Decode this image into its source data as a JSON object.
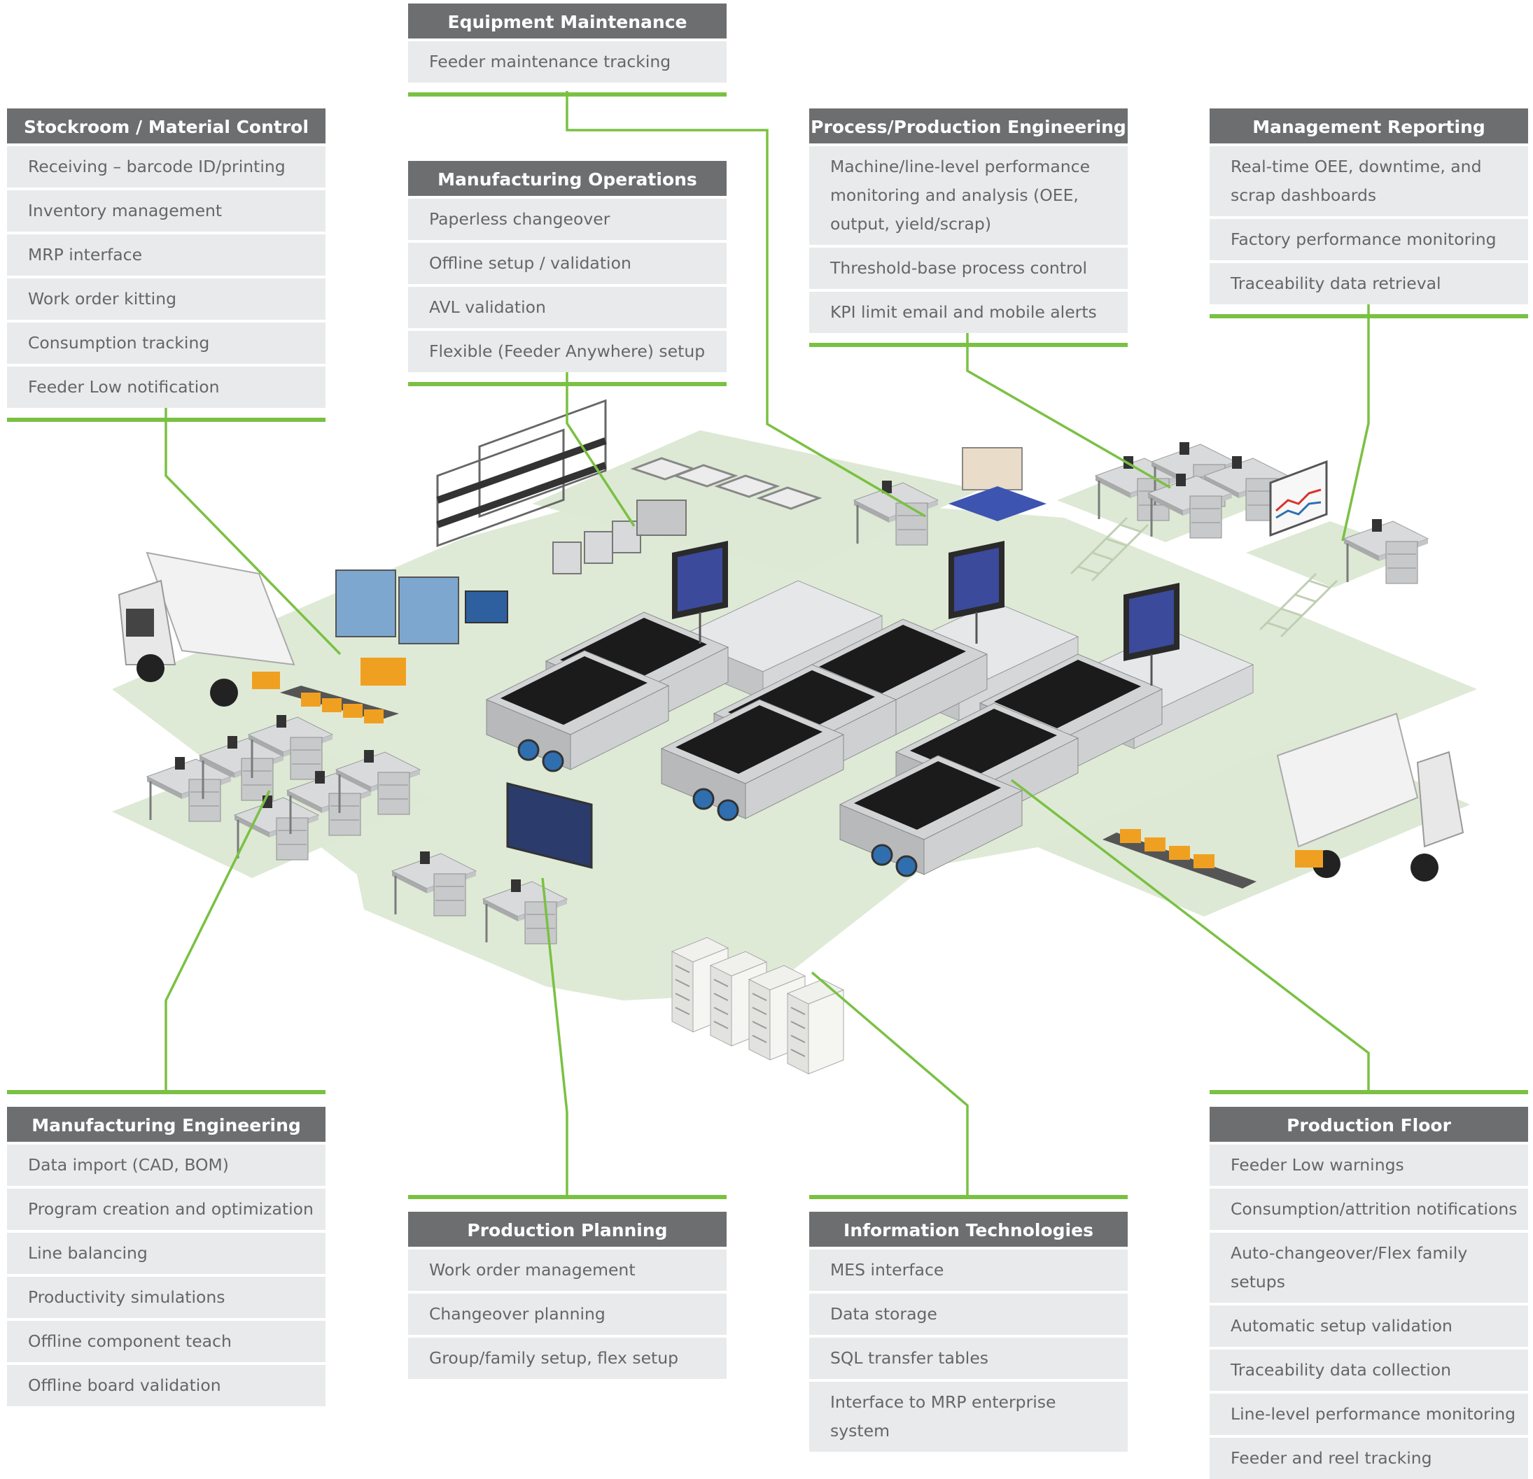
{
  "colors": {
    "accent": "#7ac143",
    "header": "#6d6e70",
    "item_bg": "#e9eaeb",
    "item_text": "#666666",
    "floor": "#dde9d4"
  },
  "panels": {
    "equipment_maintenance": {
      "title": "Equipment Maintenance",
      "items": [
        "Feeder maintenance tracking"
      ]
    },
    "stockroom": {
      "title": "Stockroom / Material Control",
      "items": [
        "Receiving – barcode ID/printing",
        "Inventory management",
        "MRP interface",
        "Work order kitting",
        "Consumption tracking",
        "Feeder Low notification"
      ]
    },
    "manufacturing_operations": {
      "title": "Manufacturing Operations",
      "items": [
        "Paperless changeover",
        "Offline setup / validation",
        "AVL validation",
        "Flexible (Feeder Anywhere) setup"
      ]
    },
    "process_engineering": {
      "title": "Process/Production Engineering",
      "items": [
        "Machine/line-level performance monitoring and analysis (OEE, output, yield/scrap)",
        "Threshold-base process control",
        "KPI limit email and mobile alerts"
      ]
    },
    "management_reporting": {
      "title": "Management Reporting",
      "items": [
        "Real-time OEE, downtime, and scrap dashboards",
        "Factory performance monitoring",
        "Traceability data retrieval"
      ]
    },
    "manufacturing_engineering": {
      "title": "Manufacturing Engineering",
      "items": [
        "Data import (CAD, BOM)",
        "Program creation and optimization",
        "Line balancing",
        "Productivity simulations",
        "Offline component teach",
        "Offline board validation"
      ]
    },
    "production_planning": {
      "title": "Production Planning",
      "items": [
        "Work order management",
        "Changeover planning",
        "Group/family setup, flex setup"
      ]
    },
    "information_technologies": {
      "title": "Information Technologies",
      "items": [
        "MES interface",
        "Data storage",
        "SQL transfer tables",
        "Interface to MRP enterprise system"
      ]
    },
    "production_floor": {
      "title": "Production Floor",
      "items": [
        "Feeder Low warnings",
        "Consumption/attrition notifications",
        "Auto-changeover/Flex family setups",
        "Automatic setup validation",
        "Traceability data collection",
        "Line-level performance monitoring",
        "Feeder and reel tracking"
      ]
    }
  }
}
